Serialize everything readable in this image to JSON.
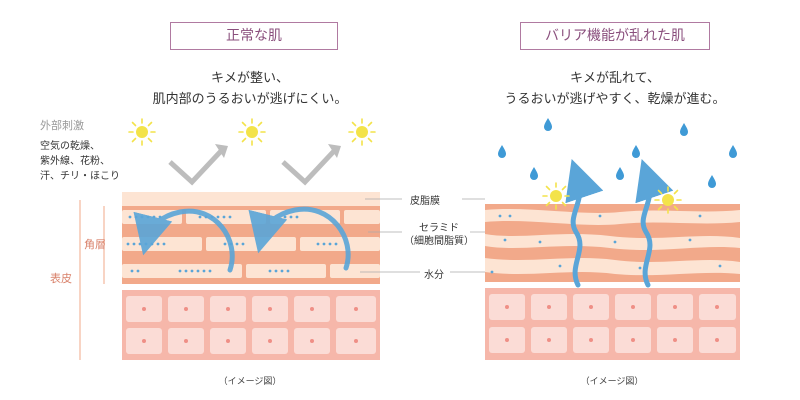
{
  "left": {
    "title": "正常な肌",
    "caption_line1": "キメが整い、",
    "caption_line2": "肌内部のうるおいが逃げにくい。",
    "note": "（イメージ図）"
  },
  "right": {
    "title": "バリア機能が乱れた肌",
    "caption_line1": "キメが乱れて、",
    "caption_line2": "うるおいが逃げやすく、乾燥が進む。",
    "note": "（イメージ図）"
  },
  "external": {
    "title": "外部刺激",
    "line1": "空気の乾燥、",
    "line2": "紫外線、花粉、",
    "line3": "汗、チリ・ほこり"
  },
  "labels": {
    "sebum": "皮脂膜",
    "ceramide_line1": "セラミド",
    "ceramide_line2": "（細胞間脂質）",
    "water": "水分",
    "horny": "角層",
    "epidermis": "表皮"
  },
  "colors": {
    "title_border": "#b07aa1",
    "skin_orange": "#f2a98a",
    "skin_light": "#fde4d3",
    "cell": "#fbdcd6",
    "cell_bg": "#f6b7aa",
    "water_dot": "#5aa5d8",
    "arrow_blue": "#5aa5d8",
    "sun": "#f3e34a",
    "gray_arrow": "#bdbdbd"
  },
  "icons": [
    "sun-icon",
    "gray-arrow-icon",
    "water-drop-icon",
    "blue-wave-arrow-icon"
  ]
}
